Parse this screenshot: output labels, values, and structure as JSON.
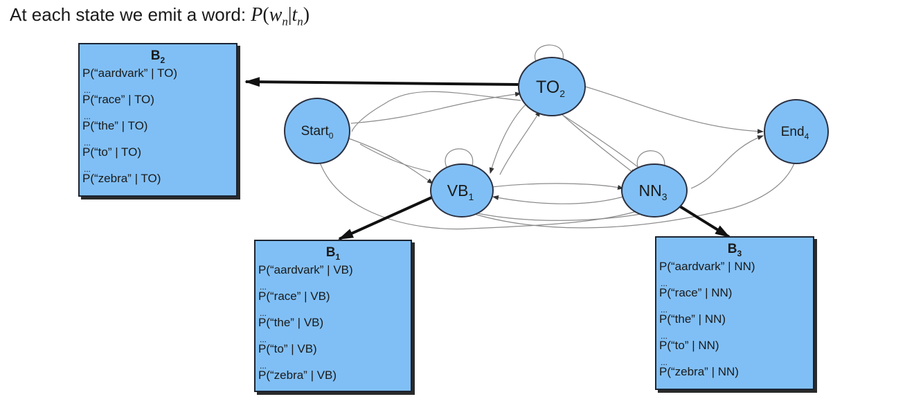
{
  "heading": {
    "text": "At each state we emit a word:",
    "formula_P": "P",
    "formula_w": "w",
    "formula_wsub": "n",
    "formula_sep": "|",
    "formula_t": "t",
    "formula_tsub": "n"
  },
  "nodes": [
    {
      "id": "start",
      "label": "Start",
      "sub": "0"
    },
    {
      "id": "to",
      "label": "TO",
      "sub": "2"
    },
    {
      "id": "vb",
      "label": "VB",
      "sub": "1"
    },
    {
      "id": "nn",
      "label": "NN",
      "sub": "3"
    },
    {
      "id": "end",
      "label": "End",
      "sub": "4"
    }
  ],
  "boxes": {
    "b2": {
      "title": "B",
      "title_sub": "2",
      "rows": [
        "P(“aardvark” | TO)",
        "P(“race” | TO)",
        "P(“the” | TO)",
        "P(“to” | TO)",
        "P(“zebra” | TO)"
      ],
      "ellipsis": "..."
    },
    "b1": {
      "title": "B",
      "title_sub": "1",
      "rows": [
        "P(“aardvark” | VB)",
        "P(“race” | VB)",
        "P(“the” | VB)",
        "P(“to” | VB)",
        "P(“zebra” | VB)"
      ],
      "ellipsis": "..."
    },
    "b3": {
      "title": "B",
      "title_sub": "3",
      "rows": [
        "P(“aardvark” | NN)",
        "P(“race” | NN)",
        "P(“the” | NN)",
        "P(“to” | NN)",
        "P(“zebra” | NN)"
      ],
      "ellipsis": "..."
    }
  },
  "colors": {
    "node_fill": "#80bff5",
    "box_fill": "#80bff5",
    "edge": "#8a8a8a",
    "emission_arrow": "#111111"
  }
}
